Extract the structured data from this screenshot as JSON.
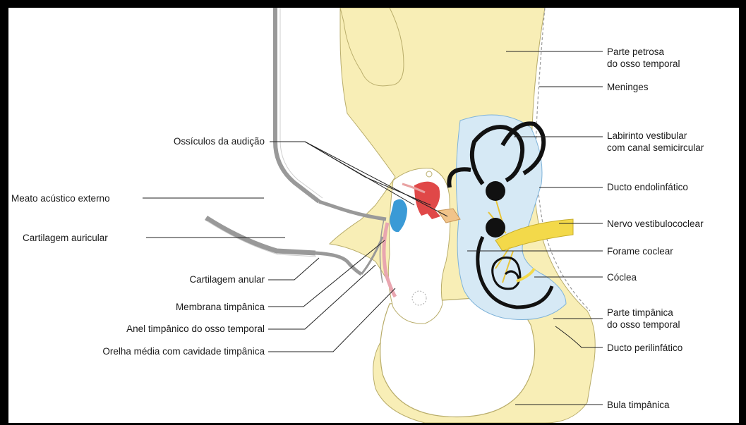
{
  "labels": {
    "parte_petrosa": [
      "Parte petrosa",
      "do osso temporal"
    ],
    "meninges": "Meninges",
    "labirinto": [
      "Labirinto vestibular",
      "com canal semicircular"
    ],
    "ducto_endolinfatico": "Ducto endolinfático",
    "nervo": "Nervo vestibulococlear",
    "forame": "Forame coclear",
    "coclea": "Cóclea",
    "parte_timpanica": [
      "Parte timpânica",
      "do osso temporal"
    ],
    "ducto_perilinfatico": "Ducto perilinfático",
    "bula": "Bula timpânica",
    "ossiculos": "Ossículos da audição",
    "meato": "Meato acústico externo",
    "cartilagem_auricular": "Cartilagem auricular",
    "cartilagem_anular": "Cartilagem anular",
    "membrana": "Membrana timpânica",
    "anel": "Anel timpânico do osso temporal",
    "orelha_media": "Orelha média com cavidade timpânica"
  },
  "colors": {
    "bone": "#f8eeb6",
    "perilymph": "#d6e9f5",
    "labyrinth": "#111111",
    "nerve": "#f3d94a",
    "malleus": "#e04848",
    "incus_stapes": "#3a9ad6",
    "cartilage": "#a8a8a8"
  }
}
